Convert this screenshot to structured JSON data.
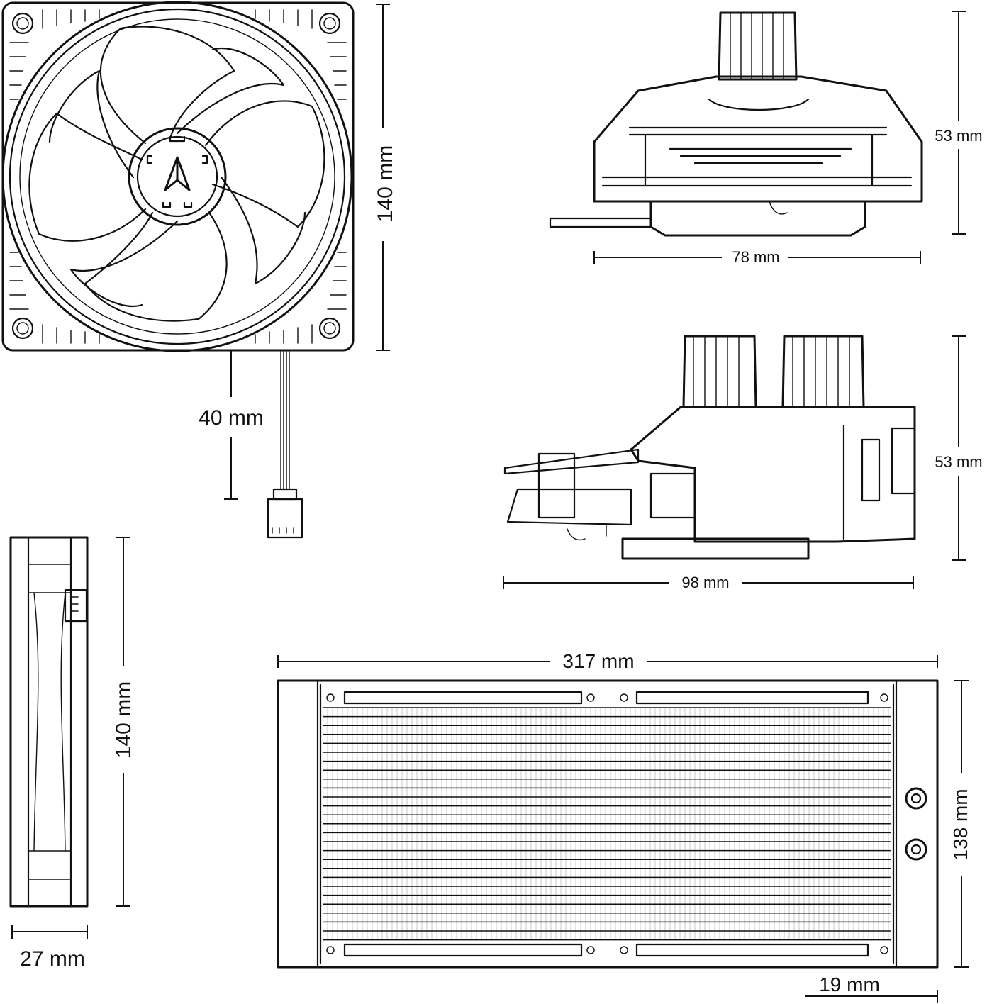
{
  "dimensions": {
    "fan_width": "140 mm",
    "fan_cable_length": "40 mm",
    "fan_side_height": "140 mm",
    "fan_thickness": "27 mm",
    "pump_front_height": "53 mm",
    "pump_front_width": "78 mm",
    "pump_side_height": "53 mm",
    "pump_side_width": "98 mm",
    "radiator_length": "317 mm",
    "radiator_width": "138 mm",
    "radiator_thickness": "19 mm"
  }
}
